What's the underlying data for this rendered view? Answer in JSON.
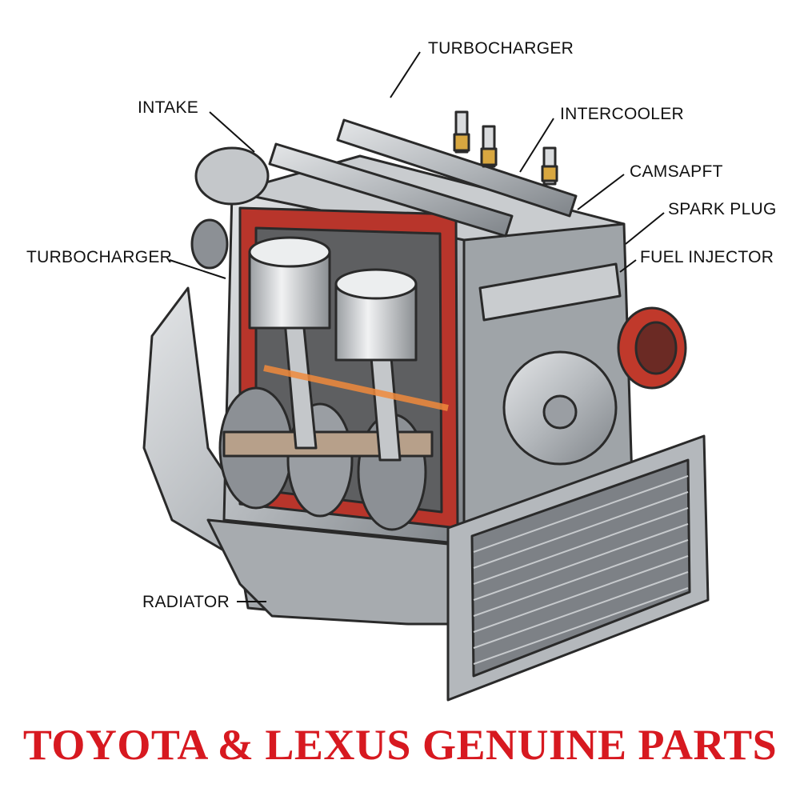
{
  "labels": {
    "turbocharger_top": "TURBOCHARGER",
    "intake": "INTAKE",
    "intercooler": "INTERCOOLER",
    "camshaft": "CAMSAPFT",
    "spark_plug": "SPARK PLUG",
    "turbocharger_left": "TURBOCHARGER",
    "fuel_injector": "FUEL INJECTOR",
    "radiator": "RADIATOR"
  },
  "title": "TOYOTA & LEXUS GENUINE PARTS",
  "colors": {
    "title": "#d71920",
    "gasket": "#b8352b",
    "metal": "#b9bcbf",
    "outline": "#2a2a2a"
  }
}
